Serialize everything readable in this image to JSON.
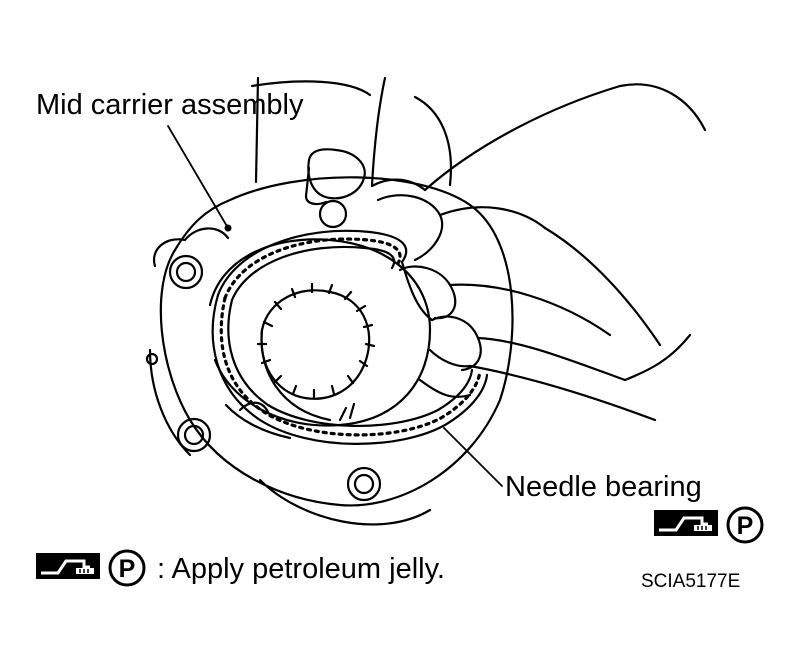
{
  "labels": {
    "mid_carrier": "Mid carrier assembly",
    "needle_bearing": "Needle bearing"
  },
  "legend": {
    "symbol_pictograph": "grease-applicator-icon",
    "symbol_letter": "P",
    "text": ": Apply petroleum jelly."
  },
  "figure_code": "SCIA5177E",
  "colors": {
    "line": "#000000",
    "background": "#ffffff"
  }
}
